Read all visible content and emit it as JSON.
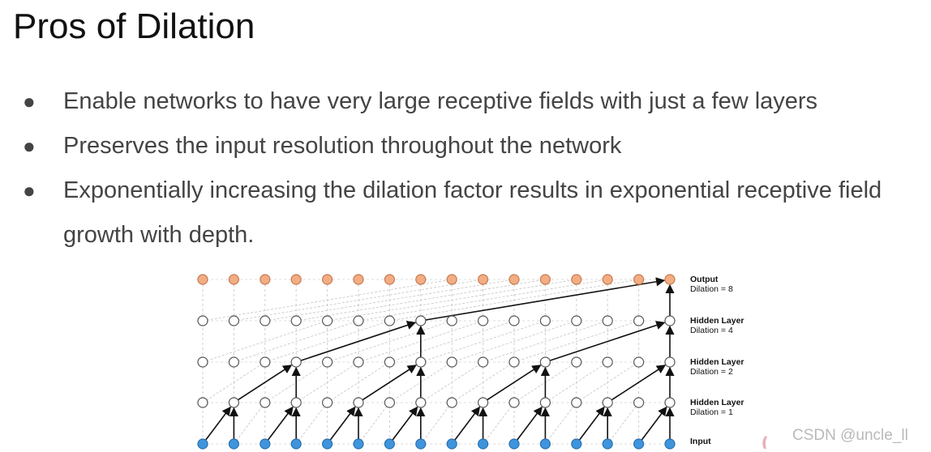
{
  "slide": {
    "title": "Pros of Dilation"
  },
  "bullets": [
    {
      "text": "Enable networks to have very large receptive fields with just a few layers"
    },
    {
      "text": "Preserves the input resolution throughout the network"
    },
    {
      "text": "Exponentially increasing the dilation factor results in exponential receptive field growth with depth."
    }
  ],
  "bullet_symbol": "●",
  "diagram": {
    "layers": [
      {
        "name": "Output",
        "dilation_label": "Dilation = 8",
        "node_fill": "#f2ad84",
        "node_stroke": "#c77a4e"
      },
      {
        "name": "Hidden Layer",
        "dilation_label": "Dilation = 4",
        "node_fill": "#ffffff",
        "node_stroke": "#555555"
      },
      {
        "name": "Hidden Layer",
        "dilation_label": "Dilation = 2",
        "node_fill": "#ffffff",
        "node_stroke": "#555555"
      },
      {
        "name": "Hidden Layer",
        "dilation_label": "Dilation = 1",
        "node_fill": "#ffffff",
        "node_stroke": "#555555"
      },
      {
        "name": "Input",
        "dilation_label": "",
        "node_fill": "#3f95dd",
        "node_stroke": "#2a6fae"
      }
    ],
    "nodes_per_layer": 16
  },
  "watermark": {
    "text": "CSDN @uncle_ll"
  }
}
